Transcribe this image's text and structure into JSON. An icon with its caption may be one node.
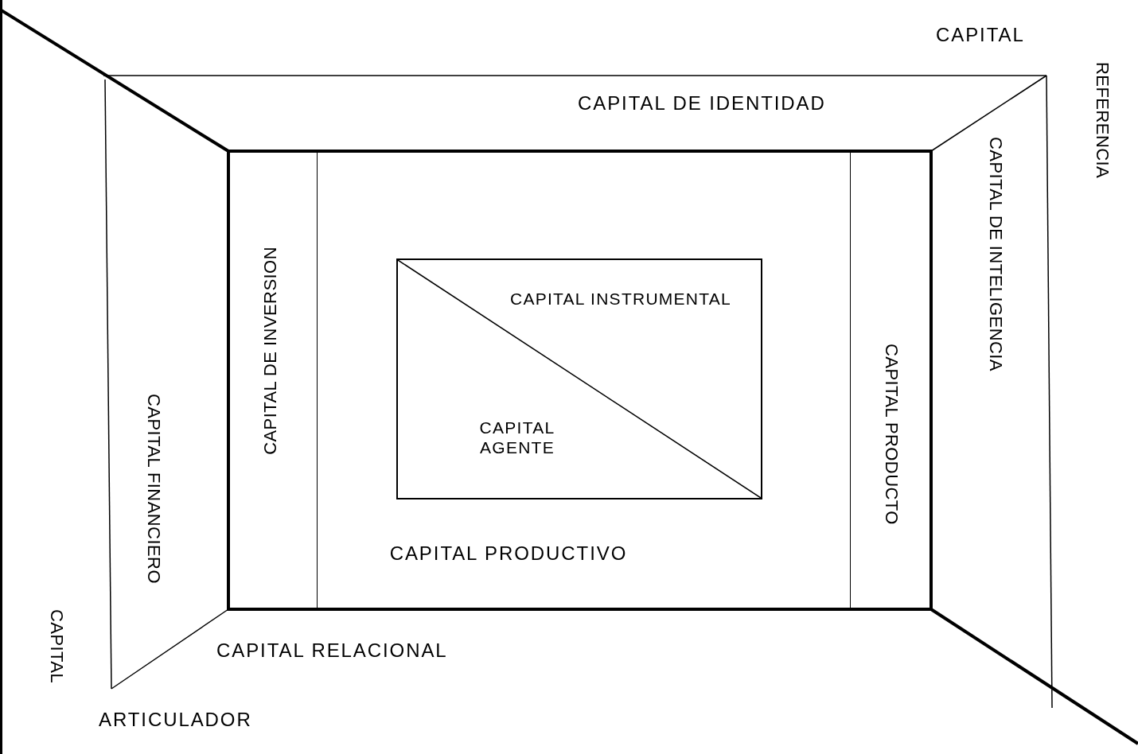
{
  "diagram": {
    "nodes": [
      {
        "text": [
          "CAPITAL PRODUCTIVO"
        ]
      },
      {
        "text": [
          "CAPITAL DE INVERSION"
        ],
        "in": 0
      },
      {
        "text": [
          "CAPITAL PRODUCTO"
        ],
        "in": 0
      },
      {
        "text": [
          "CAPITAL INSTRUMENTAL",
          "CAPITAL AGENTE"
        ],
        "in": 0
      }
    ],
    "labels": [
      "CAPITAL",
      "REFERENCIA",
      "CAPITAL DE IDENTIDAD",
      "CAPITAL DE INTELIGENCIA",
      "CAPITAL FINANCIERO",
      "CAPITAL RELACIONAL",
      "CAPITAL",
      "ARTICULADOR"
    ]
  }
}
